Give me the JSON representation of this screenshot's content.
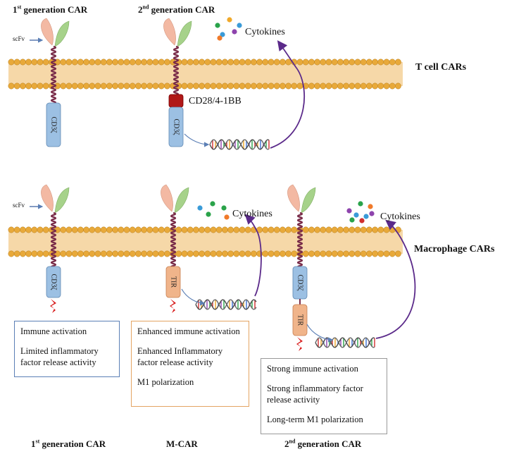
{
  "top_section": {
    "gen1_label": {
      "num": "1",
      "sup": "st",
      "rest": "generation  CAR"
    },
    "gen2_label": {
      "num": "2",
      "sup": "nd",
      "rest": "generation CAR"
    },
    "scfv": "scFv",
    "costim": "CD28/4-1BB",
    "cd3z": "CD3ζ",
    "cytokines": "Cytokines",
    "side_label": "T cell CARs"
  },
  "bottom_section": {
    "scfv": "scFv",
    "cd3z": "CD3ζ",
    "tir": "TIR",
    "cytokines_a": "Cytokines",
    "cytokines_b": "Cytokines",
    "side_label": "Macrophage CARs",
    "box1": [
      "Immune  activation",
      "Limited inflammatory factor release activity"
    ],
    "box2": [
      "Enhanced immune activation",
      "Enhanced Inflammatory factor release activity",
      "M1 polarization"
    ],
    "box3": [
      "Strong immune activation",
      "Strong inflammatory factor release activity",
      "Long-term M1 polarization"
    ],
    "footer1": {
      "num": "1",
      "sup": "st",
      "rest": "generation  CAR"
    },
    "footer2": "M-CAR",
    "footer3": {
      "num": "2",
      "sup": "nd",
      "rest": "generation CAR"
    }
  },
  "colors": {
    "membrane": "#f6d8a8",
    "lipid_head": "#e8a93a",
    "receptor": "#7a2d4a",
    "cd3z": "#9cc0e3",
    "costim": "#b01818",
    "tir": "#f0b48a",
    "leaf_pink": "#f3b9a3",
    "leaf_green": "#a6d28a",
    "arrow": "#5b2a8a",
    "box1_border": "#5b7fb5",
    "box2_border": "#e4a463",
    "box3_border": "#999999"
  }
}
